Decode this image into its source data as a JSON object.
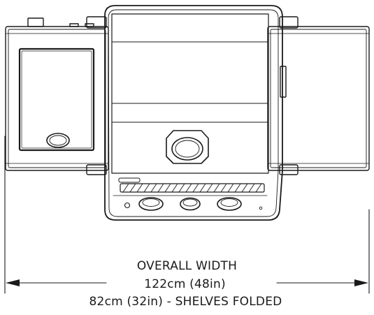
{
  "colors": {
    "ink": "#1a1a1a",
    "paper": "#ffffff"
  },
  "dimension": {
    "label": "OVERALL WIDTH",
    "open_width": "122cm (48in)",
    "folded_width": "82cm (32in) - SHELVES FOLDED"
  }
}
